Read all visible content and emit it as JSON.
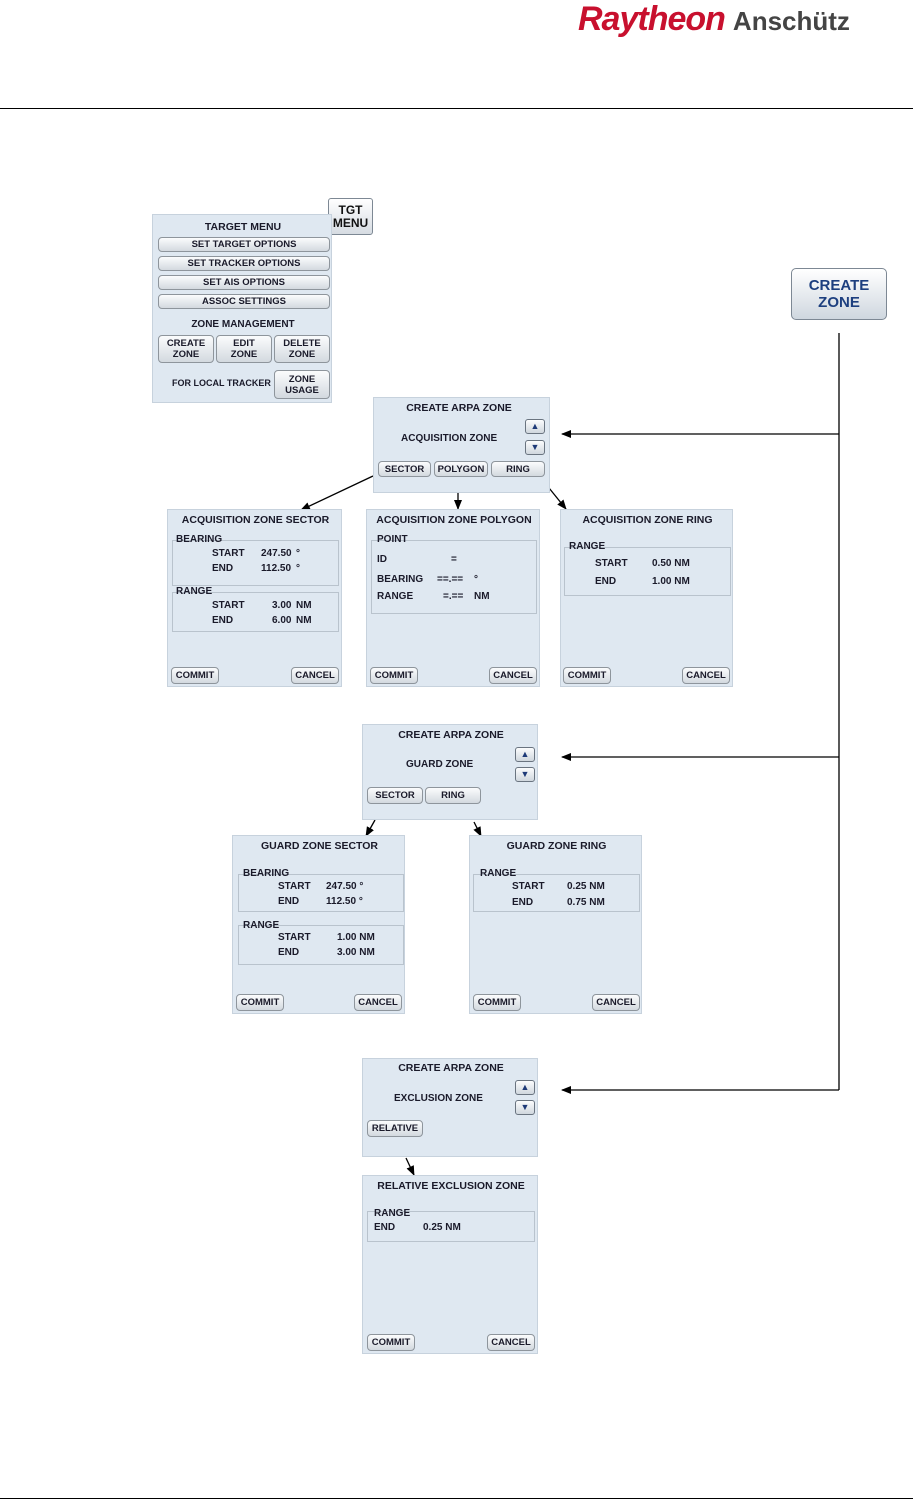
{
  "header": {
    "brand": "Raytheon",
    "brand_sub": "Anschütz"
  },
  "tgt_button": {
    "line1": "TGT",
    "line2": "MENU"
  },
  "create_zone_button": {
    "line1": "CREATE",
    "line2": "ZONE"
  },
  "target_menu": {
    "title": "TARGET MENU",
    "buttons": [
      "SET TARGET OPTIONS",
      "SET TRACKER OPTIONS",
      "SET AIS OPTIONS",
      "ASSOC SETTINGS"
    ],
    "zone_management": "ZONE MANAGEMENT",
    "create": {
      "line1": "CREATE",
      "line2": "ZONE"
    },
    "edit": {
      "line1": "EDIT",
      "line2": "ZONE"
    },
    "delete": {
      "line1": "DELETE",
      "line2": "ZONE"
    },
    "for_local": "FOR LOCAL TRACKER",
    "usage": {
      "line1": "ZONE",
      "line2": "USAGE"
    }
  },
  "acq_create": {
    "title": "CREATE ARPA ZONE",
    "zone_label": "ACQUISITION ZONE",
    "up": "▲",
    "down": "▼",
    "sector": "SECTOR",
    "polygon": "POLYGON",
    "ring": "RING"
  },
  "acq_sector": {
    "title": "ACQUISITION ZONE SECTOR",
    "bearing": "BEARING",
    "start": "START",
    "start_val": "247.50",
    "start_unit": "°",
    "end": "END",
    "end_val": "112.50",
    "end_unit": "°",
    "range": "RANGE",
    "r_start": "START",
    "r_start_val": "3.00",
    "r_start_unit": "NM",
    "r_end": "END",
    "r_end_val": "6.00",
    "r_end_unit": "NM",
    "commit": "COMMIT",
    "cancel": "CANCEL"
  },
  "acq_polygon": {
    "title": "ACQUISITION ZONE POLYGON",
    "point": "POINT",
    "id": "ID",
    "id_val": "=",
    "bearing": "BEARING",
    "bearing_val": "==.==",
    "bearing_unit": "°",
    "range": "RANGE",
    "range_val": "=.==",
    "range_unit": "NM",
    "commit": "COMMIT",
    "cancel": "CANCEL"
  },
  "acq_ring": {
    "title": "ACQUISITION ZONE RING",
    "range": "RANGE",
    "start": "START",
    "start_val": "0.50 NM",
    "end": "END",
    "end_val": "1.00 NM",
    "commit": "COMMIT",
    "cancel": "CANCEL"
  },
  "guard_create": {
    "title": "CREATE ARPA ZONE",
    "zone_label": "GUARD ZONE",
    "up": "▲",
    "down": "▼",
    "sector": "SECTOR",
    "ring": "RING"
  },
  "guard_sector": {
    "title": "GUARD ZONE SECTOR",
    "bearing": "BEARING",
    "start": "START",
    "start_val": "247.50 °",
    "end": "END",
    "end_val": "112.50 °",
    "range": "RANGE",
    "r_start": "START",
    "r_start_val": "1.00 NM",
    "r_end": "END",
    "r_end_val": "3.00 NM",
    "commit": "COMMIT",
    "cancel": "CANCEL"
  },
  "guard_ring": {
    "title": "GUARD ZONE RING",
    "range": "RANGE",
    "start": "START",
    "start_val": "0.25 NM",
    "end": "END",
    "end_val": "0.75 NM",
    "commit": "COMMIT",
    "cancel": "CANCEL"
  },
  "excl_create": {
    "title": "CREATE ARPA ZONE",
    "zone_label": "EXCLUSION ZONE",
    "up": "▲",
    "down": "▼",
    "relative": "RELATIVE"
  },
  "excl_rel": {
    "title": "RELATIVE EXCLUSION ZONE",
    "range": "RANGE",
    "end": "END",
    "end_val": "0.25 NM",
    "commit": "COMMIT",
    "cancel": "CANCEL"
  }
}
